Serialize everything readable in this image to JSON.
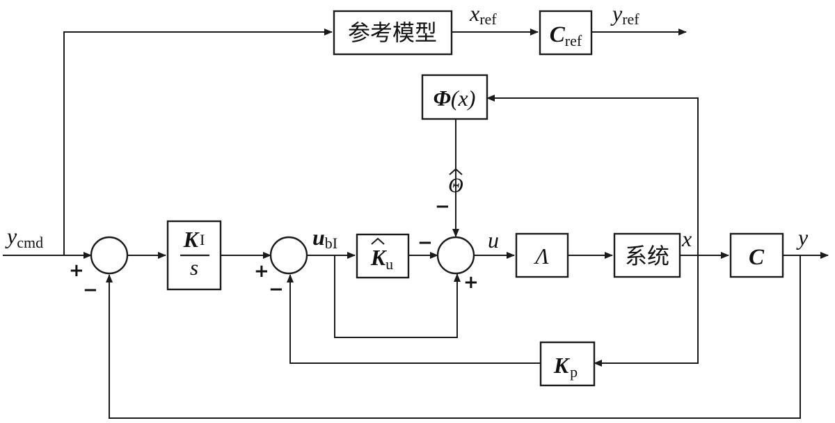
{
  "blocks": {
    "reference_model": "参考模型",
    "c_ref": {
      "main": "C",
      "sub": "ref"
    },
    "phi": {
      "main": "Φ",
      "arg": "(x)"
    },
    "ki_over_s": {
      "num": "K",
      "num_sub": "I",
      "den": "s"
    },
    "k_hat_u": {
      "main": "K",
      "sub": "u"
    },
    "lambda": "Λ",
    "system": "系统",
    "c": "C",
    "kp": {
      "main": "K",
      "sub": "p"
    }
  },
  "signals": {
    "x_ref": {
      "main": "x",
      "sub": "ref"
    },
    "y_ref": {
      "main": "y",
      "sub": "ref"
    },
    "y_cmd": {
      "main": "y",
      "sub": "cmd"
    },
    "u_bl": {
      "main": "u",
      "sub": "bI"
    },
    "theta_hat": "Θ",
    "u": "u",
    "x": "x",
    "y": "y"
  },
  "signs": {
    "sum1_plus": "+",
    "sum1_minus": "−",
    "sum2_plus": "+",
    "sum2_minus": "−",
    "sum3_left_minus": "−",
    "sum3_top_minus": "−",
    "sum3_plus": "+"
  },
  "colors": {
    "stroke": "#1a1a1a",
    "background": "#ffffff"
  }
}
